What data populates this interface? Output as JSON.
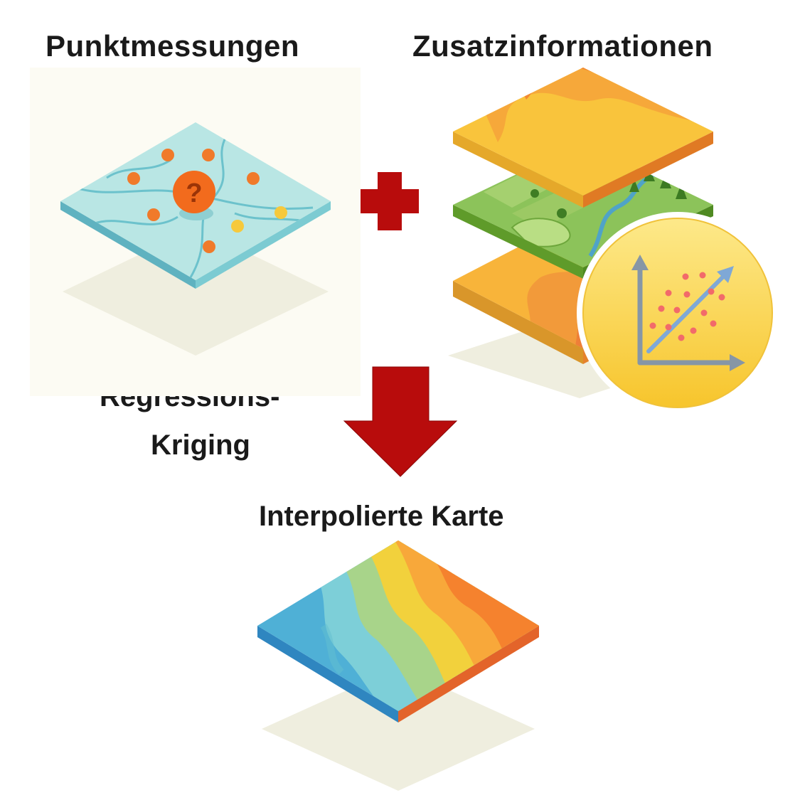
{
  "labels": {
    "point_measurements": "Punktmessungen",
    "additional_info": "Zusatzinformationen",
    "method_line1": "Regressions-",
    "method_line2": "Kriging",
    "result": "Interpolierte Karte"
  },
  "icons": {
    "question_mark": "?",
    "plus": "plus-icon",
    "arrow": "arrow-down-icon",
    "scatter": "scatter-regression-icon"
  },
  "colors": {
    "water_tile": "#b9e6e4",
    "water_edge": "#6cc2cc",
    "point_orange": "#f07a2a",
    "point_yellow": "#f6c93c",
    "operator_red": "#b80c0c",
    "badge_yellow": "#fbd13c",
    "shadow": "#efeedf"
  }
}
